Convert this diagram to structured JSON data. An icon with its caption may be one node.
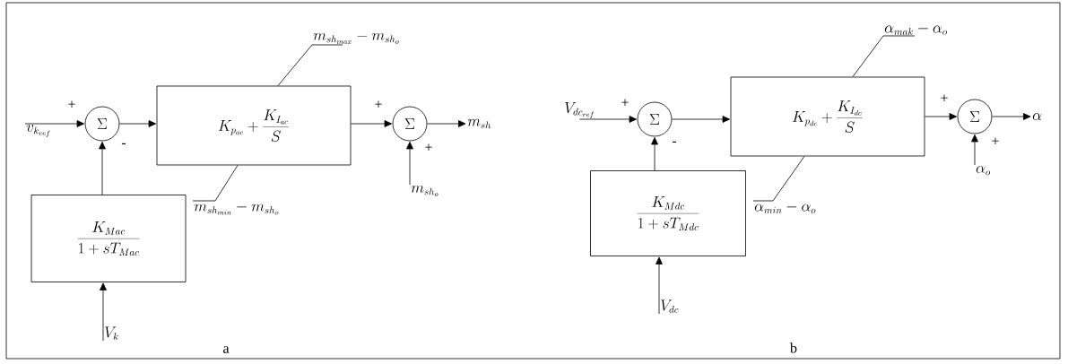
{
  "diagram": {
    "nodes": [
      {
        "text": [
          "\\Sigma"
        ]
      },
      {
        "text": [
          "K_{p_{ac}} + \\frac{K_{I_{ac}}}{S}"
        ]
      },
      {
        "text": [
          "\\Sigma"
        ]
      },
      {
        "text": [
          "\\frac{K_{Mac}}{1 + sT_{Mac}}"
        ]
      },
      {
        "text": [
          "v_{k_{ref}}"
        ]
      },
      {
        "text": [
          "m_{sh}"
        ]
      },
      {
        "text": [
          "m_{sh_{o}}"
        ]
      },
      {
        "text": [
          "V_{k}"
        ]
      },
      {
        "text": [
          "m_{sh_{max}} - m_{sh_{o}}"
        ]
      },
      {
        "text": [
          "m_{sh_{min}} - m_{sh_{o}}"
        ]
      },
      {
        "text": [
          "\\Sigma"
        ]
      },
      {
        "text": [
          "K_{p_{dc}} + \\frac{K_{I_{dc}}}{S}"
        ]
      },
      {
        "text": [
          "\\Sigma"
        ]
      },
      {
        "text": [
          "\\frac{K_{Mdc}}{1 + sT_{Mdc}}"
        ]
      },
      {
        "text": [
          "V_{dc_{ref}}"
        ]
      },
      {
        "text": [
          "\\alpha"
        ]
      },
      {
        "text": [
          "\\alpha_{o}"
        ]
      },
      {
        "text": [
          "V_{dc}"
        ]
      },
      {
        "text": [
          "\\alpha_{mak} - \\alpha_{o}"
        ]
      },
      {
        "text": [
          "\\alpha_{min} - \\alpha_{o}"
        ]
      }
    ],
    "edges": [
      {
        "from": 4,
        "to": 0,
        "arrow": "to"
      },
      {
        "from": 0,
        "to": 1,
        "arrow": "to"
      },
      {
        "from": 1,
        "to": 2,
        "arrow": "to"
      },
      {
        "from": 2,
        "to": 5,
        "arrow": "to"
      },
      {
        "from": 6,
        "to": 2,
        "arrow": "to"
      },
      {
        "from": 3,
        "to": 0,
        "arrow": "to"
      },
      {
        "from": 7,
        "to": 3,
        "arrow": "to"
      },
      {
        "from": 8,
        "to": 1,
        "arrow": "none"
      },
      {
        "from": 9,
        "to": 1,
        "arrow": "none"
      },
      {
        "from": 14,
        "to": 10,
        "arrow": "to"
      },
      {
        "from": 10,
        "to": 11,
        "arrow": "to"
      },
      {
        "from": 11,
        "to": 12,
        "arrow": "to"
      },
      {
        "from": 12,
        "to": 15,
        "arrow": "to"
      },
      {
        "from": 16,
        "to": 12,
        "arrow": "to"
      },
      {
        "from": 13,
        "to": 10,
        "arrow": "to"
      },
      {
        "from": 17,
        "to": 13,
        "arrow": "to"
      },
      {
        "from": 18,
        "to": 11,
        "arrow": "none"
      },
      {
        "from": 19,
        "to": 11,
        "arrow": "none"
      }
    ],
    "labels": [
      "+",
      "-",
      "+",
      "+",
      "a",
      "+",
      "-",
      "+",
      "+",
      "b"
    ]
  }
}
